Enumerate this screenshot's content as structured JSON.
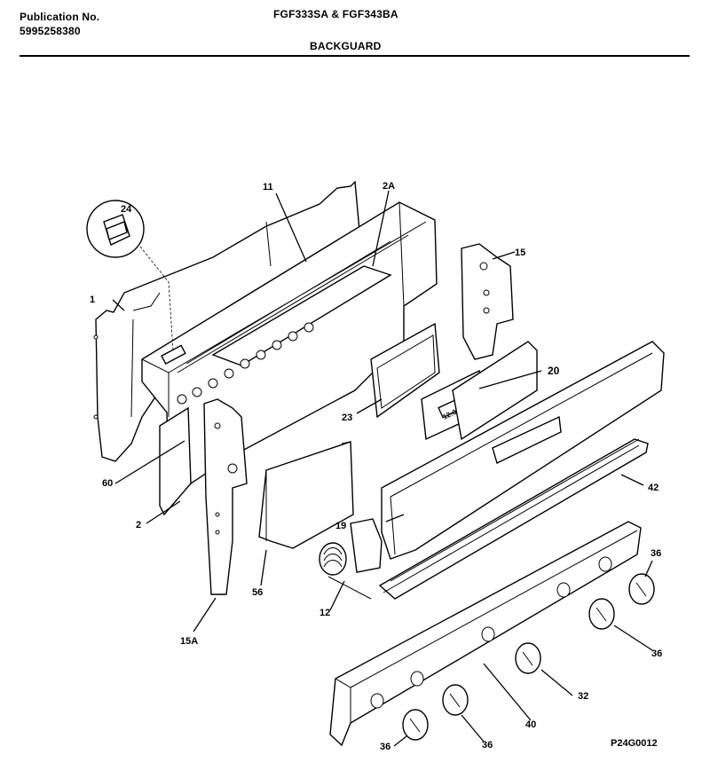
{
  "header": {
    "publication_label": "Publication No.",
    "publication_number": "5995258380",
    "model_numbers": "FGF333SA & FGF343BA",
    "section_title": "BACKGUARD"
  },
  "callouts": {
    "c1": "1",
    "c2": "2",
    "c2a": "2A",
    "c11": "11",
    "c12": "12",
    "c15": "15",
    "c15a": "15A",
    "c19": "19",
    "c20": "20",
    "c23": "23",
    "c24": "24",
    "c32": "32",
    "c36_a": "36",
    "c36_b": "36",
    "c36_c": "36",
    "c36_d": "36",
    "c40": "40",
    "c42": "42",
    "c56": "56",
    "c60": "60"
  },
  "clock_display": "12:00",
  "drawing_number": "P24G0012"
}
